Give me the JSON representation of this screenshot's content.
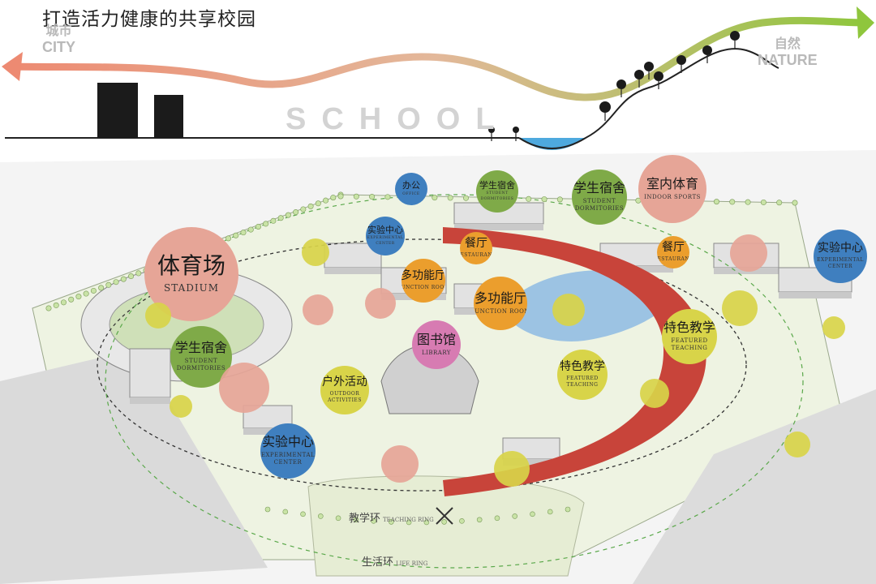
{
  "title": "打造活力健康的共享校园",
  "city": {
    "cn": "城市",
    "en": "CITY"
  },
  "nature": {
    "cn": "自然",
    "en": "NATURE"
  },
  "school": "SCHOOL",
  "colors": {
    "pink": "#e6a597",
    "green": "#7faa48",
    "orange": "#eb9e2d",
    "blue": "#3f7fbf",
    "magenta": "#d77bb2",
    "yellow": "#d8d449",
    "red_band": "#c8443a",
    "water": "#9cc3e3",
    "gradient_left": "#ed8a72",
    "gradient_right": "#8fc63d"
  },
  "bubbles": [
    {
      "cn": "体育场",
      "en": "STADIUM",
      "color": "pink",
      "size": "big"
    },
    {
      "cn": "学生宿舍",
      "en": "STUDENT|DORMITORIES",
      "color": "green",
      "size": "med"
    },
    {
      "cn": "实验中心",
      "en": "EXPERIMENTAL|CENTER",
      "color": "blue",
      "size": "med"
    },
    {
      "cn": "户外活动",
      "en": "OUTDOOR|ACTIVITIES",
      "color": "yellow",
      "size": ""
    },
    {
      "cn": "图书馆",
      "en": "LIBRARY",
      "color": "magenta",
      "size": "med"
    },
    {
      "cn": "多功能厅",
      "en": "FUNCTION ROOM",
      "color": "orange",
      "size": ""
    },
    {
      "cn": "多功能厅",
      "en": "FUNCTION ROOM",
      "color": "orange",
      "size": "med"
    },
    {
      "cn": "餐厅",
      "en": "RESTAURANT",
      "color": "orange",
      "size": ""
    },
    {
      "cn": "餐厅",
      "en": "RESTAURANT",
      "color": "orange",
      "size": ""
    },
    {
      "cn": "特色教学",
      "en": "FEATURED|TEACHING",
      "color": "yellow",
      "size": "med"
    },
    {
      "cn": "特色教学",
      "en": "FEATURED|TEACHING",
      "color": "yellow",
      "size": ""
    },
    {
      "cn": "室内体育",
      "en": "INDOOR SPORTS",
      "color": "pink",
      "size": "med"
    },
    {
      "cn": "学生宿舍",
      "en": "STUDENT|DORMITORIES",
      "color": "green",
      "size": "med"
    },
    {
      "cn": "学生宿舍",
      "en": "STUDENT|DORMITORIES",
      "color": "green",
      "size": "sm"
    },
    {
      "cn": "办公",
      "en": "OFFICE",
      "color": "blue",
      "size": "sm"
    },
    {
      "cn": "实验中心",
      "en": "EXPERIMENTAL|CENTER",
      "color": "blue",
      "size": "sm"
    },
    {
      "cn": "实验中心",
      "en": "EXPERIMENTAL|CENTER",
      "color": "blue",
      "size": ""
    }
  ],
  "rings": [
    {
      "cn": "教学环",
      "en": "TEACHING RING"
    },
    {
      "cn": "生活环",
      "en": "LIFE RING"
    }
  ]
}
